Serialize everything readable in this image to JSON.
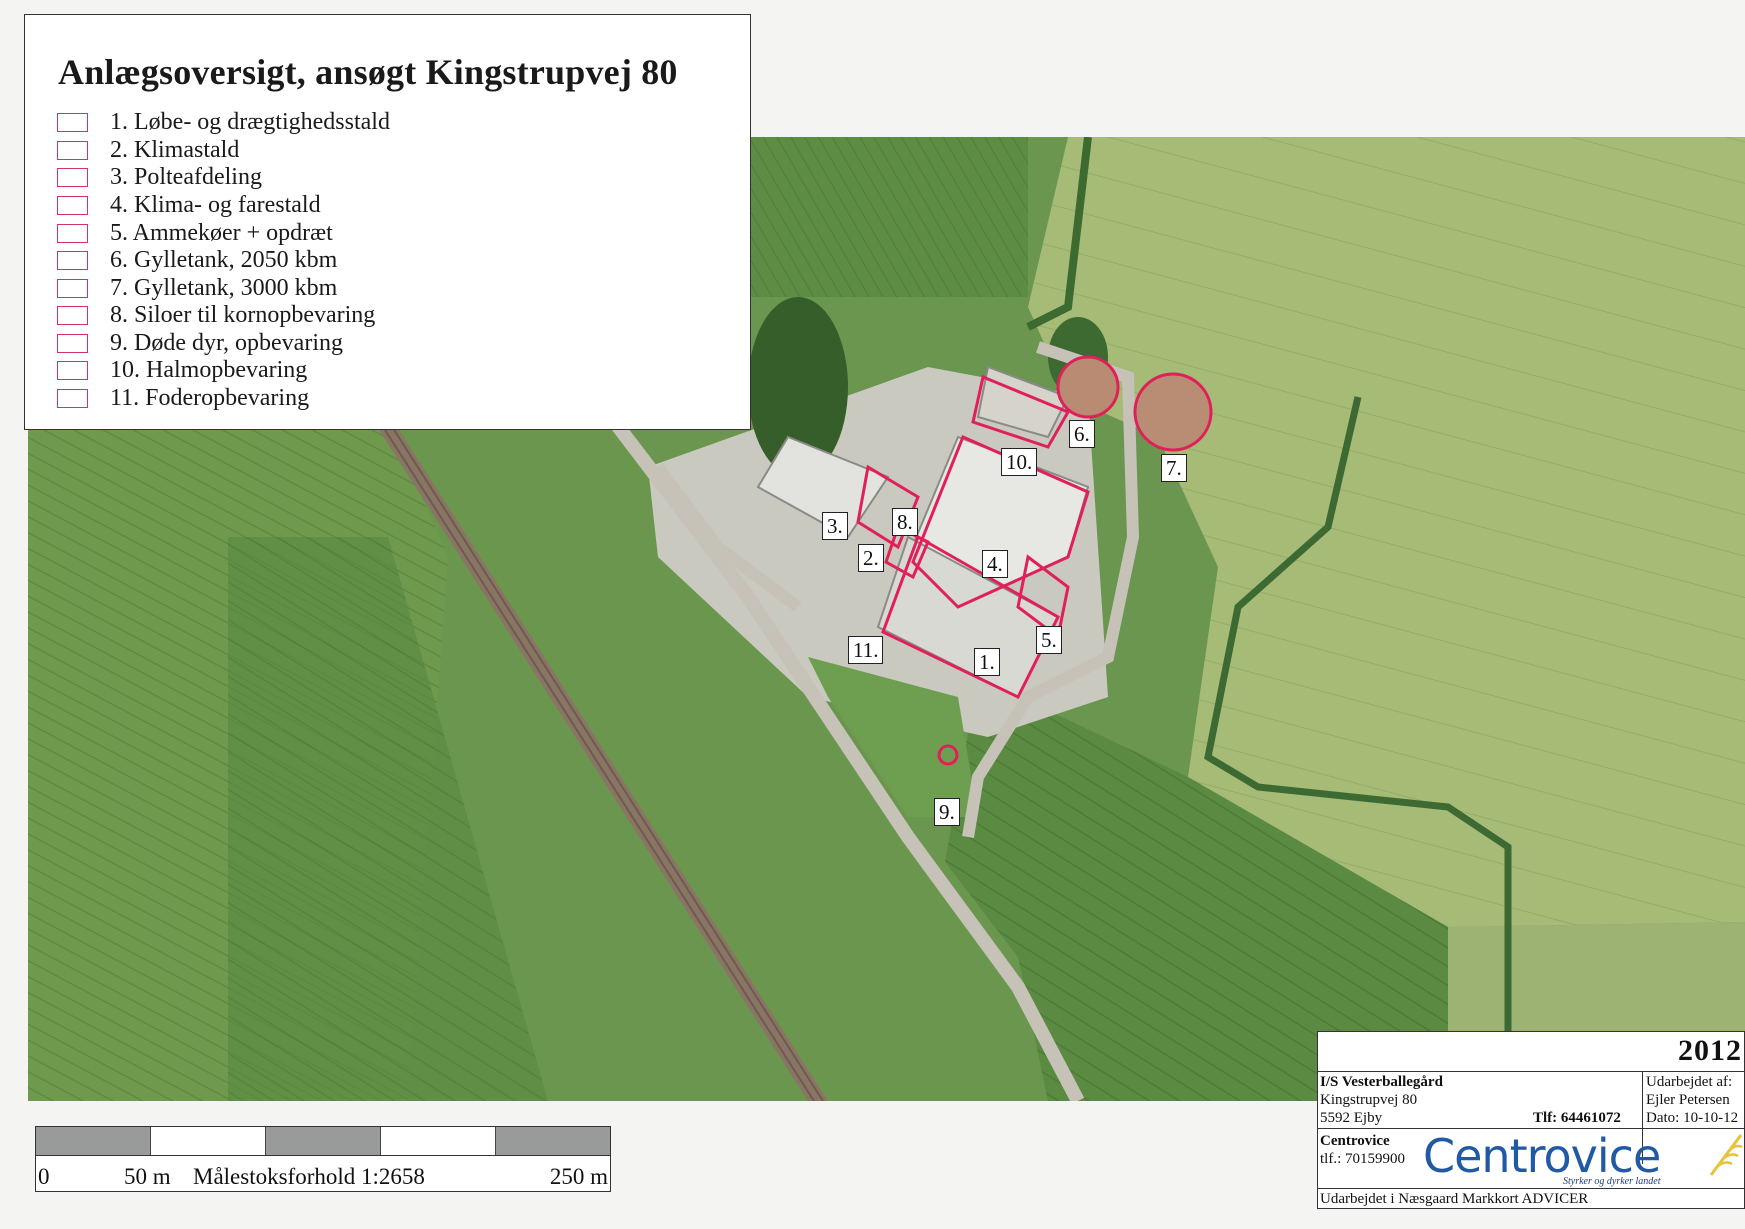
{
  "legend": {
    "title": "Anlægsoversigt, ansøgt Kingstrupvej 80",
    "items": [
      "1. Løbe- og drægtighedsstald",
      "2. Klimastald",
      "3. Polteafdeling",
      "4. Klima- og farestald",
      "5. Ammekøer + opdræt",
      "6. Gylletank, 2050 kbm",
      "7. Gylletank, 3000 kbm",
      "8. Siloer til kornopbevaring",
      "9. Døde dyr, opbevaring",
      "10. Halmopbevaring",
      "11. Foderopbevaring"
    ],
    "swatch_color": "#d4306c"
  },
  "map_labels": [
    "1.",
    "2.",
    "3.",
    "4.",
    "5.",
    "6.",
    "7.",
    "8.",
    "9.",
    "10.",
    "11."
  ],
  "scale": {
    "start": "0",
    "mid": "50 m",
    "ratio": "Målestoksforhold 1:2658",
    "end": "250 m"
  },
  "titleblock": {
    "year": "2012",
    "owner": "I/S Vesterballegård",
    "address": "Kingstrupvej 80",
    "city": "5592 Ejby",
    "phone": "Tlf: 64461072",
    "made_by_label": "Udarbejdet af:",
    "made_by": "Ejler Petersen",
    "date": "Dato: 10-10-12",
    "company": "Centrovice",
    "company_phone": "tlf.: 70159900",
    "logo": "Centrovice",
    "tagline": "Styrker og dyrker landet",
    "footer": "Udarbejdet i Næsgaard Markkort ADVICER"
  },
  "colors": {
    "field_light": "#9fb56f",
    "field_dark": "#5e8a46",
    "outline": "#e0205a"
  }
}
